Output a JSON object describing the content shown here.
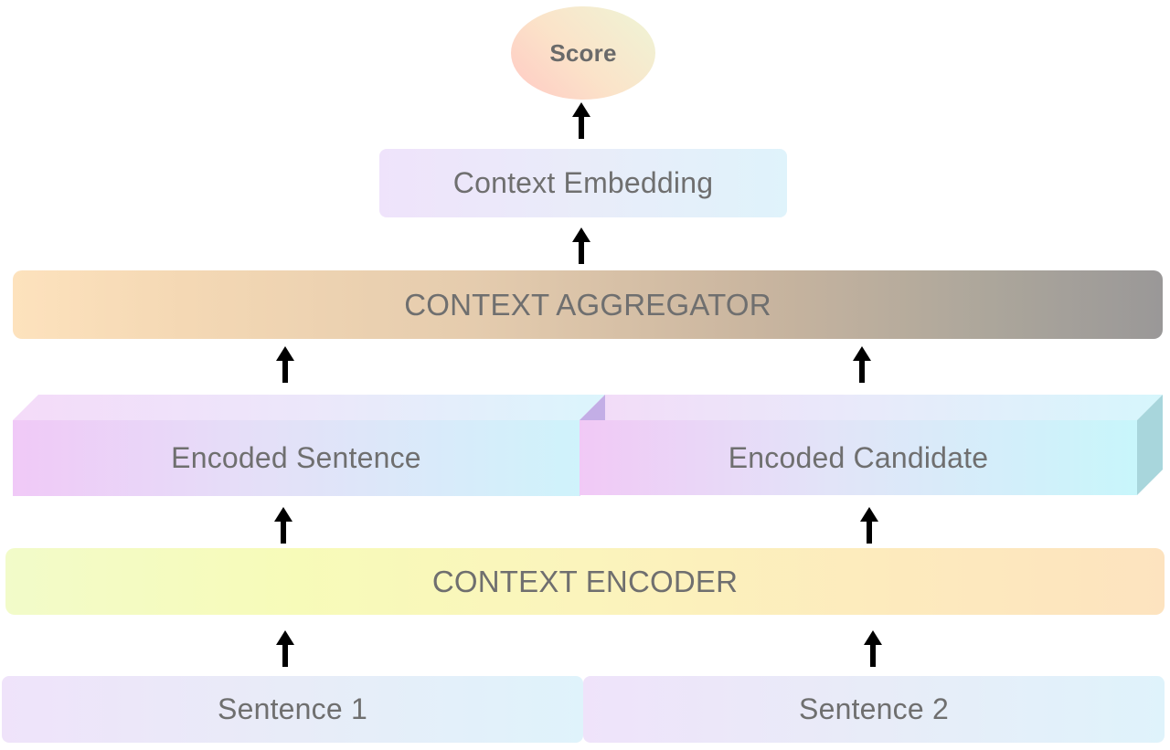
{
  "diagram": {
    "score": "Score",
    "context_embedding": "Context Embedding",
    "aggregator": "CONTEXT AGGREGATOR",
    "encoded_sentence": "Encoded Sentence",
    "encoded_candidate": "Encoded Candidate",
    "encoder": "CONTEXT ENCODER",
    "sentence_1": "Sentence 1",
    "sentence_2": "Sentence 2"
  },
  "colors": {
    "text": "#6f6f6f",
    "arrow": "#000000"
  }
}
